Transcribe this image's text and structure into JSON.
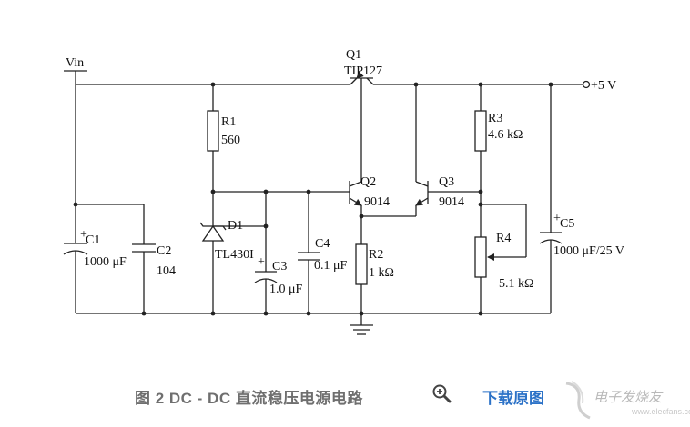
{
  "circuit": {
    "input_label": "Vin",
    "output_label": "+5 V",
    "components": {
      "q1": {
        "ref": "Q1",
        "value": "TIP127"
      },
      "q2": {
        "ref": "Q2",
        "value": "9014"
      },
      "q3": {
        "ref": "Q3",
        "value": "9014"
      },
      "r1": {
        "ref": "R1",
        "value": "560"
      },
      "r2": {
        "ref": "R2",
        "value": "1 kΩ"
      },
      "r3": {
        "ref": "R3",
        "value": "4.6 kΩ"
      },
      "r4": {
        "ref": "R4",
        "value": "5.1 kΩ"
      },
      "c1": {
        "ref": "C1",
        "value": "1000 μF",
        "polarity": "+"
      },
      "c2": {
        "ref": "C2",
        "value": "104"
      },
      "c3": {
        "ref": "C3",
        "value": "1.0 μF",
        "polarity": "+"
      },
      "c4": {
        "ref": "C4",
        "value": "0.1 μF"
      },
      "c5": {
        "ref": "C5",
        "value": "1000 μF/25 V",
        "polarity": "+"
      },
      "d1": {
        "ref": "D1",
        "value": "TL430I"
      }
    }
  },
  "caption": {
    "text": "图 2 DC - DC 直流稳压电源电路",
    "zoom_icon": "magnifier-plus-icon",
    "download_label": "下载原图"
  },
  "watermark": {
    "text": "电子发烧友",
    "url": "www.elecfans.com"
  },
  "colors": {
    "wire": "#222222",
    "caption_text": "#6f6f6f",
    "link": "#2c72c7",
    "watermark": "#b9b9b9"
  }
}
